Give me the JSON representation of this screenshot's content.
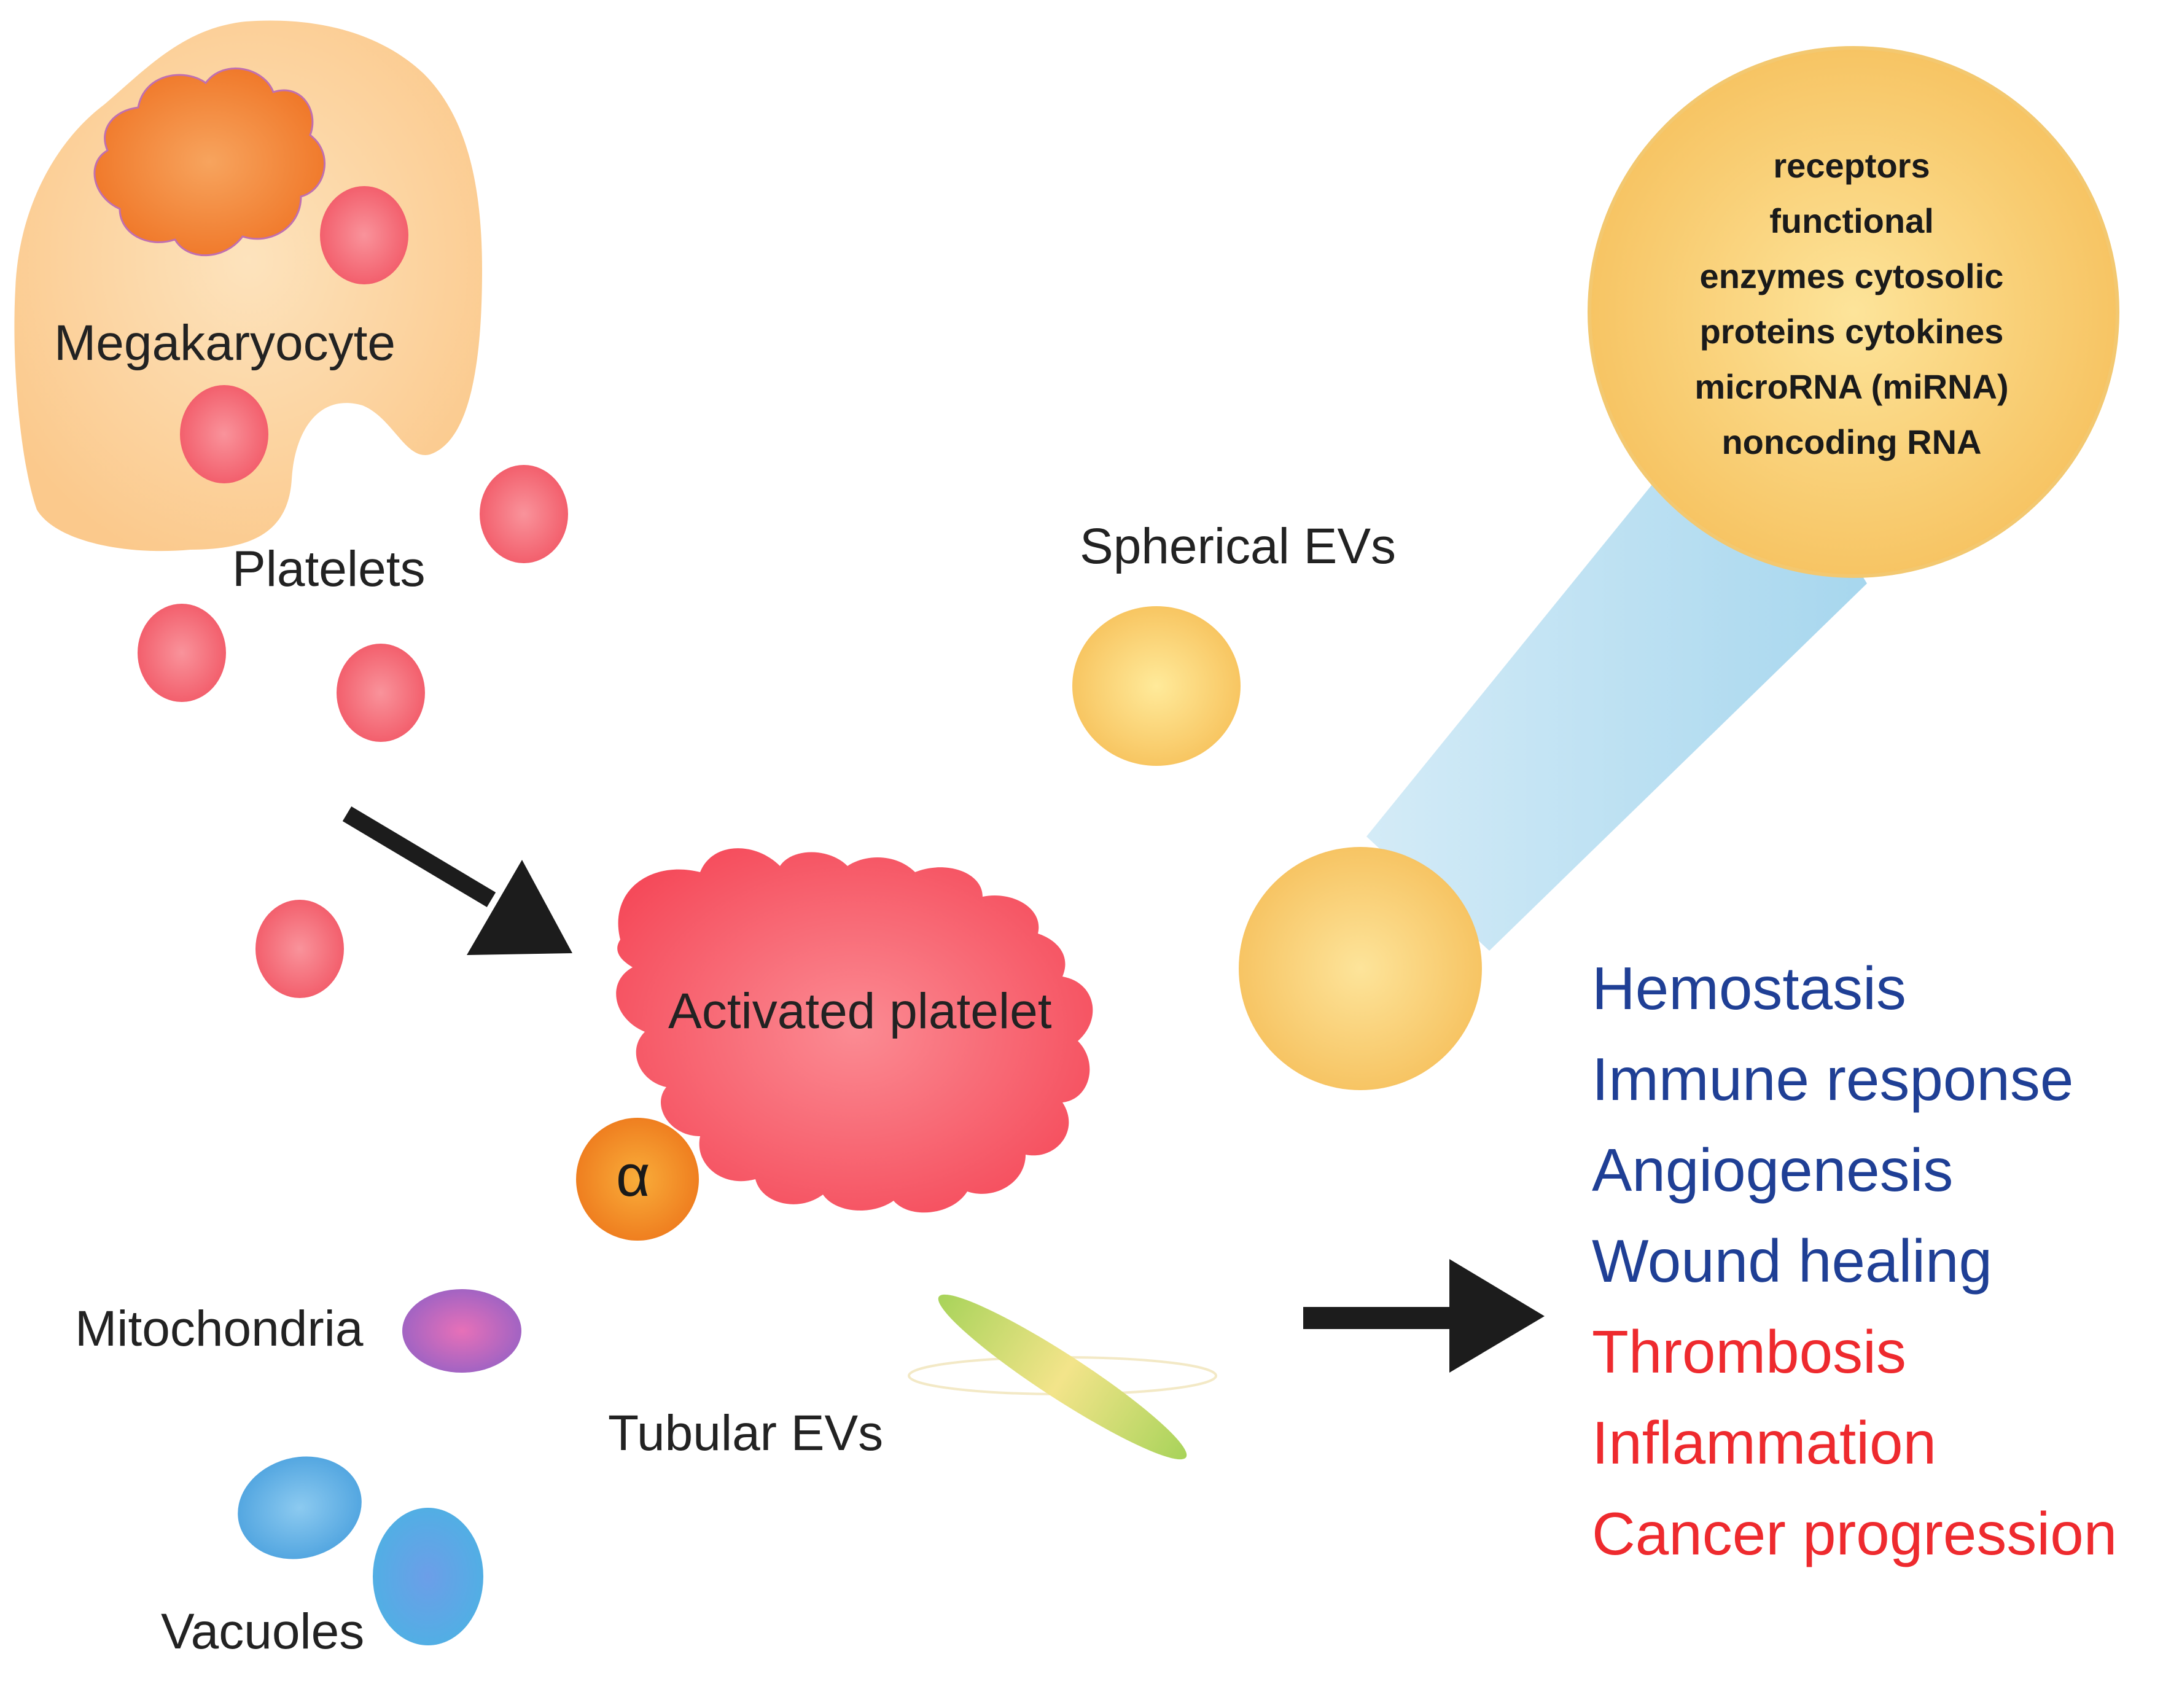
{
  "labels": {
    "megakaryocyte": "Megakaryocyte",
    "platelets": "Platelets",
    "spherical_evs": "Spherical EVs",
    "activated_platelet": "Activated platelet",
    "alpha_granule": "α",
    "mitochondria": "Mitochondria",
    "tubular_evs": "Tubular EVs",
    "vacuoles": "Vacuoles"
  },
  "ev_cargo": [
    "receptors",
    "functional",
    "enzymes cytosolic",
    "proteins cytokines",
    "microRNA (miRNA)",
    "noncoding RNA"
  ],
  "functions": [
    {
      "text": "Hemostasis",
      "color": "#1f3f95"
    },
    {
      "text": "Immune response",
      "color": "#1f3f95"
    },
    {
      "text": "Angiogenesis",
      "color": "#1f3f95"
    },
    {
      "text": "Wound healing",
      "color": "#1f3f95"
    },
    {
      "text": "Thrombosis",
      "color": "#ee2a2e"
    },
    {
      "text": "Inflammation",
      "color": "#ee2a2e"
    },
    {
      "text": "Cancer progression",
      "color": "#ee2a2e"
    }
  ],
  "colors": {
    "megakaryocyte_body": "#fcd39e",
    "nucleus": "#f47f2a",
    "platelet": "#f46874",
    "activated_platelet": "#f85a66",
    "alpha_granule": "#f08420",
    "ev_sphere": "#fdd776",
    "mitochondria": "#b86ac4",
    "tubular_ev": "#b8d85c",
    "vacuole": "#5aaee3",
    "arrow": "#1c1c1c",
    "zoom_cone": "#a8d8ee"
  }
}
